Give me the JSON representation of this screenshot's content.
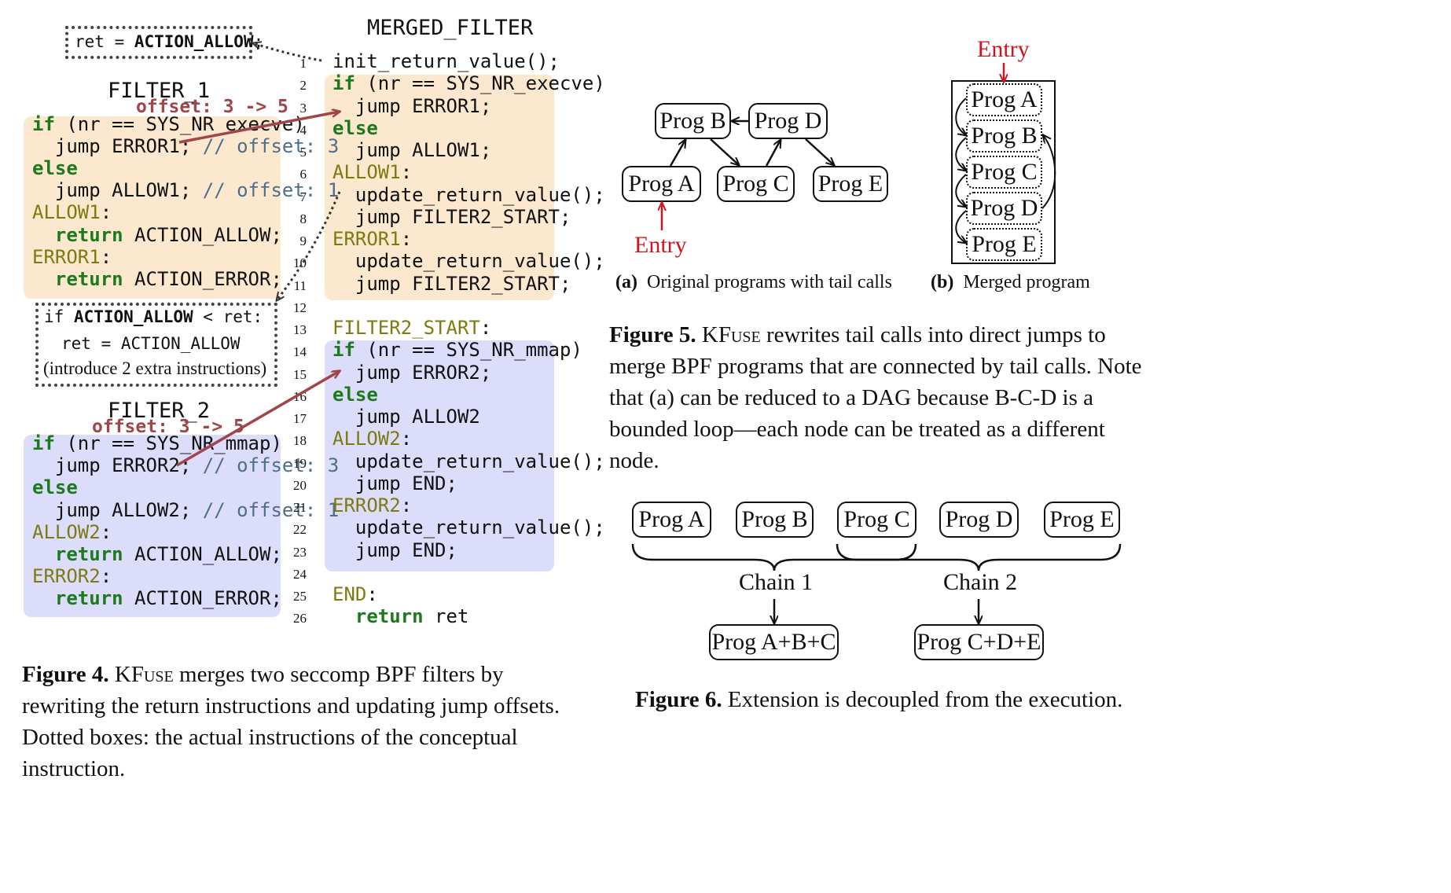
{
  "fig4": {
    "merged_title": "MERGED_FILTER",
    "filter1_title": "FILTER_1",
    "filter2_title": "FILTER_2",
    "offset1": "offset: 3 -> 5",
    "offset2": "offset: 3 -> 5",
    "ret_box": [
      "ret = ",
      "ACTION_ALLOW",
      ";"
    ],
    "cond_box": {
      "line1": [
        "if ",
        "ACTION_ALLOW",
        " < ret:"
      ],
      "line2": "ret = ACTION_ALLOW",
      "line3": "(introduce 2 extra instructions)"
    },
    "filter1": [
      [
        "if",
        " (nr == SYS_NR_execve)"
      ],
      [
        "  jump ERROR1; ",
        "// offset: 3"
      ],
      [
        "else"
      ],
      [
        "  jump ALLOW1; ",
        "// offset: 1"
      ],
      [
        "ALLOW1",
        ":"
      ],
      [
        "  ",
        "return",
        " ACTION_ALLOW;"
      ],
      [
        "ERROR1",
        ":"
      ],
      [
        "  ",
        "return",
        " ACTION_ERROR;"
      ]
    ],
    "filter2": [
      [
        "if",
        " (nr == SYS_NR_mmap)"
      ],
      [
        "  jump ERROR2; ",
        "// offset: 3"
      ],
      [
        "else"
      ],
      [
        "  jump ALLOW2; ",
        "// offset: 1"
      ],
      [
        "ALLOW2",
        ":"
      ],
      [
        "  ",
        "return",
        " ACTION_ALLOW;"
      ],
      [
        "ERROR2",
        ":"
      ],
      [
        "  ",
        "return",
        " ACTION_ERROR;"
      ]
    ],
    "merged_lines": [
      {
        "n": "1",
        "t": "init_return_value();"
      },
      {
        "n": "2",
        "kw": "if",
        "t": " (nr == SYS_NR_execve)"
      },
      {
        "n": "3",
        "t": "  jump ERROR1;"
      },
      {
        "n": "4",
        "kw": "else",
        "t": ""
      },
      {
        "n": "5",
        "t": "  jump ALLOW1;"
      },
      {
        "n": "6",
        "lbl": "ALLOW1",
        "t": ":"
      },
      {
        "n": "7",
        "t": "  update_return_value();"
      },
      {
        "n": "8",
        "t": "  jump FILTER2_START;"
      },
      {
        "n": "9",
        "lbl": "ERROR1",
        "t": ":"
      },
      {
        "n": "10",
        "t": "  update_return_value();"
      },
      {
        "n": "11",
        "t": "  jump FILTER2_START;"
      },
      {
        "n": "12",
        "t": ""
      },
      {
        "n": "13",
        "lbl": "FILTER2_START",
        "t": ":"
      },
      {
        "n": "14",
        "kw": "if",
        "t": " (nr == SYS_NR_mmap)"
      },
      {
        "n": "15",
        "t": "  jump ERROR2;"
      },
      {
        "n": "16",
        "kw": "else",
        "t": ""
      },
      {
        "n": "17",
        "t": "  jump ALLOW2"
      },
      {
        "n": "18",
        "lbl": "ALLOW2",
        "t": ":"
      },
      {
        "n": "19",
        "t": "  update_return_value();"
      },
      {
        "n": "20",
        "t": "  jump END;"
      },
      {
        "n": "21",
        "lbl": "ERROR2",
        "t": ":"
      },
      {
        "n": "22",
        "t": "  update_return_value();"
      },
      {
        "n": "23",
        "t": "  jump END;"
      },
      {
        "n": "24",
        "t": ""
      },
      {
        "n": "25",
        "lbl": "END",
        "t": ":"
      },
      {
        "n": "26",
        "pre": "  ",
        "kw": "return",
        "t": " ret"
      }
    ],
    "caption_bold": "Figure 4.",
    "caption_kfuse": [
      "K",
      "F",
      "use"
    ],
    "caption_rest": " merges two seccomp BPF filters by rewriting the return instructions and updating jump offsets. Dotted boxes: the actual instructions of the conceptual instruction."
  },
  "fig5": {
    "a_nodes": [
      "Prog B",
      "Prog D",
      "Prog A",
      "Prog C",
      "Prog E"
    ],
    "a_entry": "Entry",
    "b_entry": "Entry",
    "b_nodes": [
      "Prog A",
      "Prog B",
      "Prog C",
      "Prog D",
      "Prog E"
    ],
    "sub_a_label": "(a)",
    "sub_a_text": "Original programs with tail calls",
    "sub_b_label": "(b)",
    "sub_b_text": "Merged program",
    "caption_bold": "Figure 5.",
    "caption_kfuse": [
      "K",
      "F",
      "use"
    ],
    "caption_rest": " rewrites tail calls into direct jumps to merge BPF programs that are connected by tail calls. Note that (a) can be reduced to a DAG because B-C-D is a bounded loop—each node can be treated as a different node."
  },
  "fig6": {
    "nodes": [
      "Prog A",
      "Prog B",
      "Prog C",
      "Prog D",
      "Prog E"
    ],
    "chain1": "Chain 1",
    "chain2": "Chain 2",
    "result1": "Prog A+B+C",
    "result2": "Prog C+D+E",
    "caption_bold": "Figure 6.",
    "caption_rest": " Extension is decoupled from the execution."
  }
}
